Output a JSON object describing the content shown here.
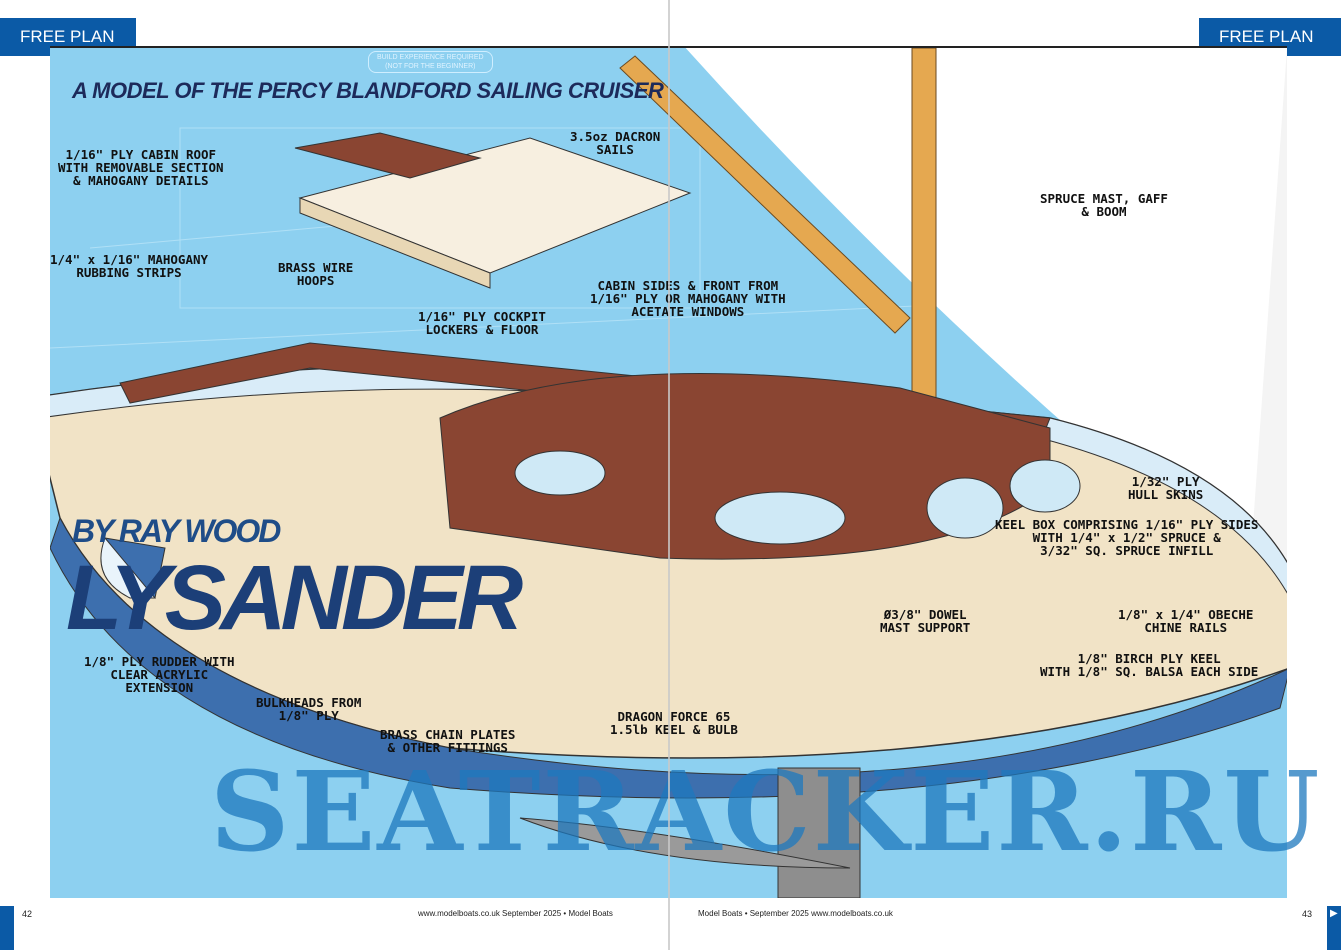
{
  "header": {
    "tab_left": "FREE PLAN",
    "tab_right": "FREE PLAN"
  },
  "title": "A MODEL OF THE PERCY BLANDFORD SAILING CRUISER",
  "experience_badge": "BUILD EXPERIENCE REQUIRED\n(NOT FOR THE BEGINNER)",
  "byline": "BY RAY WOOD",
  "boat_name": "LYSANDER",
  "watermark": "SEATRACKER.RU",
  "labels": [
    "1/16\" PLY CABIN ROOF\nWITH REMOVABLE SECTION\n& MAHOGANY DETAILS",
    "3.5oz DACRON\nSAILS",
    "SPRUCE MAST, GAFF\n& BOOM",
    "1/4\" x 1/16\" MAHOGANY\nRUBBING STRIPS",
    "BRASS WIRE\nHOOPS",
    "CABIN SIDES & FRONT FROM\n1/16\" PLY OR MAHOGANY WITH\nACETATE WINDOWS",
    "1/16\" PLY COCKPIT\nLOCKERS & FLOOR",
    "1/32\" PLY\nHULL SKINS",
    "1/8\" PLY RUDDER WITH\nCLEAR ACRYLIC\nEXTENSION",
    "BULKHEADS FROM\n1/8\" PLY",
    "BRASS CHAIN PLATES\n& OTHER FITTINGS",
    "KEEL BOX COMPRISING 1/16\" PLY SIDES\nWITH 1/4\" x 1/2\" SPRUCE &\n3/32\" SQ. SPRUCE INFILL",
    "Ø3/8\" DOWEL\nMAST SUPPORT",
    "1/8\" x 1/4\" OBECHE\nCHINE RAILS",
    "1/8\" BIRCH PLY KEEL\nWITH 1/8\" SQ. BALSA EACH SIDE",
    "DRAGON FORCE 65\n1.5lb KEEL & BULB"
  ],
  "footer": {
    "page_left": "42",
    "left_text": "www.modelboats.co.uk  September 2025 • Model Boats",
    "right_text": "Model Boats • September 2025  www.modelboats.co.uk",
    "page_right": "43"
  },
  "colors": {
    "brand": "#0b5aa6",
    "blueprint": "#8dd0f0",
    "mahogany": "#8a4532",
    "ply": "#f1e3c6"
  }
}
